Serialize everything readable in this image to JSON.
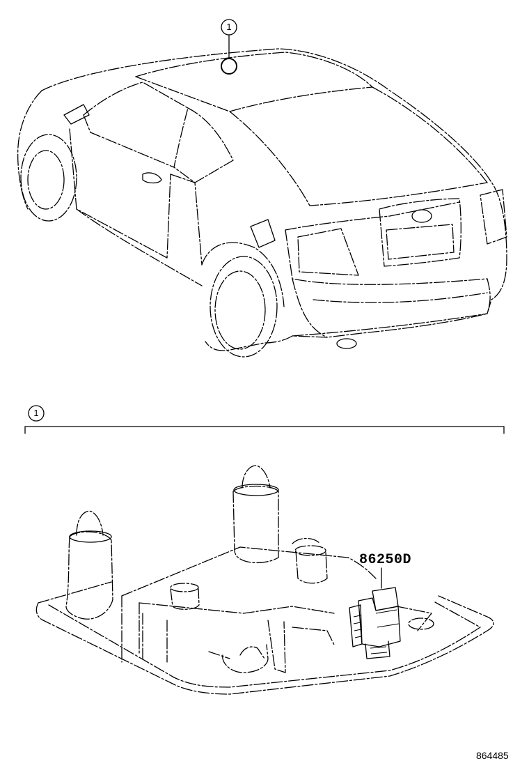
{
  "diagram": {
    "top_callout": "1",
    "section_callout": "1",
    "part_number": "86250D",
    "drawing_number": "864485",
    "line_color": "#000000",
    "background_color": "#ffffff"
  }
}
